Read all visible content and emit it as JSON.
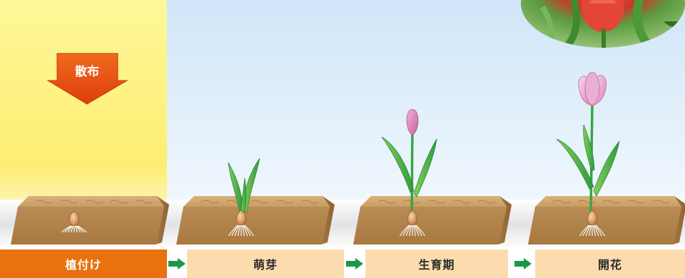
{
  "apply_arrow": {
    "label": "散布",
    "color": "#e8540f"
  },
  "stages": [
    {
      "label": "植付け",
      "active": true
    },
    {
      "label": "萌芽",
      "active": false
    },
    {
      "label": "生育期",
      "active": false
    },
    {
      "label": "開花",
      "active": false
    }
  ],
  "colors": {
    "highlight": "#fdf27a",
    "sky": "#ddeefa",
    "soil": "#b78b52",
    "leaf": "#4fb248",
    "bud_pink": "#d87fb1",
    "flower_pink": "#e7a2cf",
    "step_arrow": "#1b9847",
    "active_label": "#e9720f",
    "inactive_label": "#fcdcaf"
  },
  "icons": {
    "step_arrow": "right-arrow-icon",
    "apply_arrow": "down-arrow-icon"
  }
}
